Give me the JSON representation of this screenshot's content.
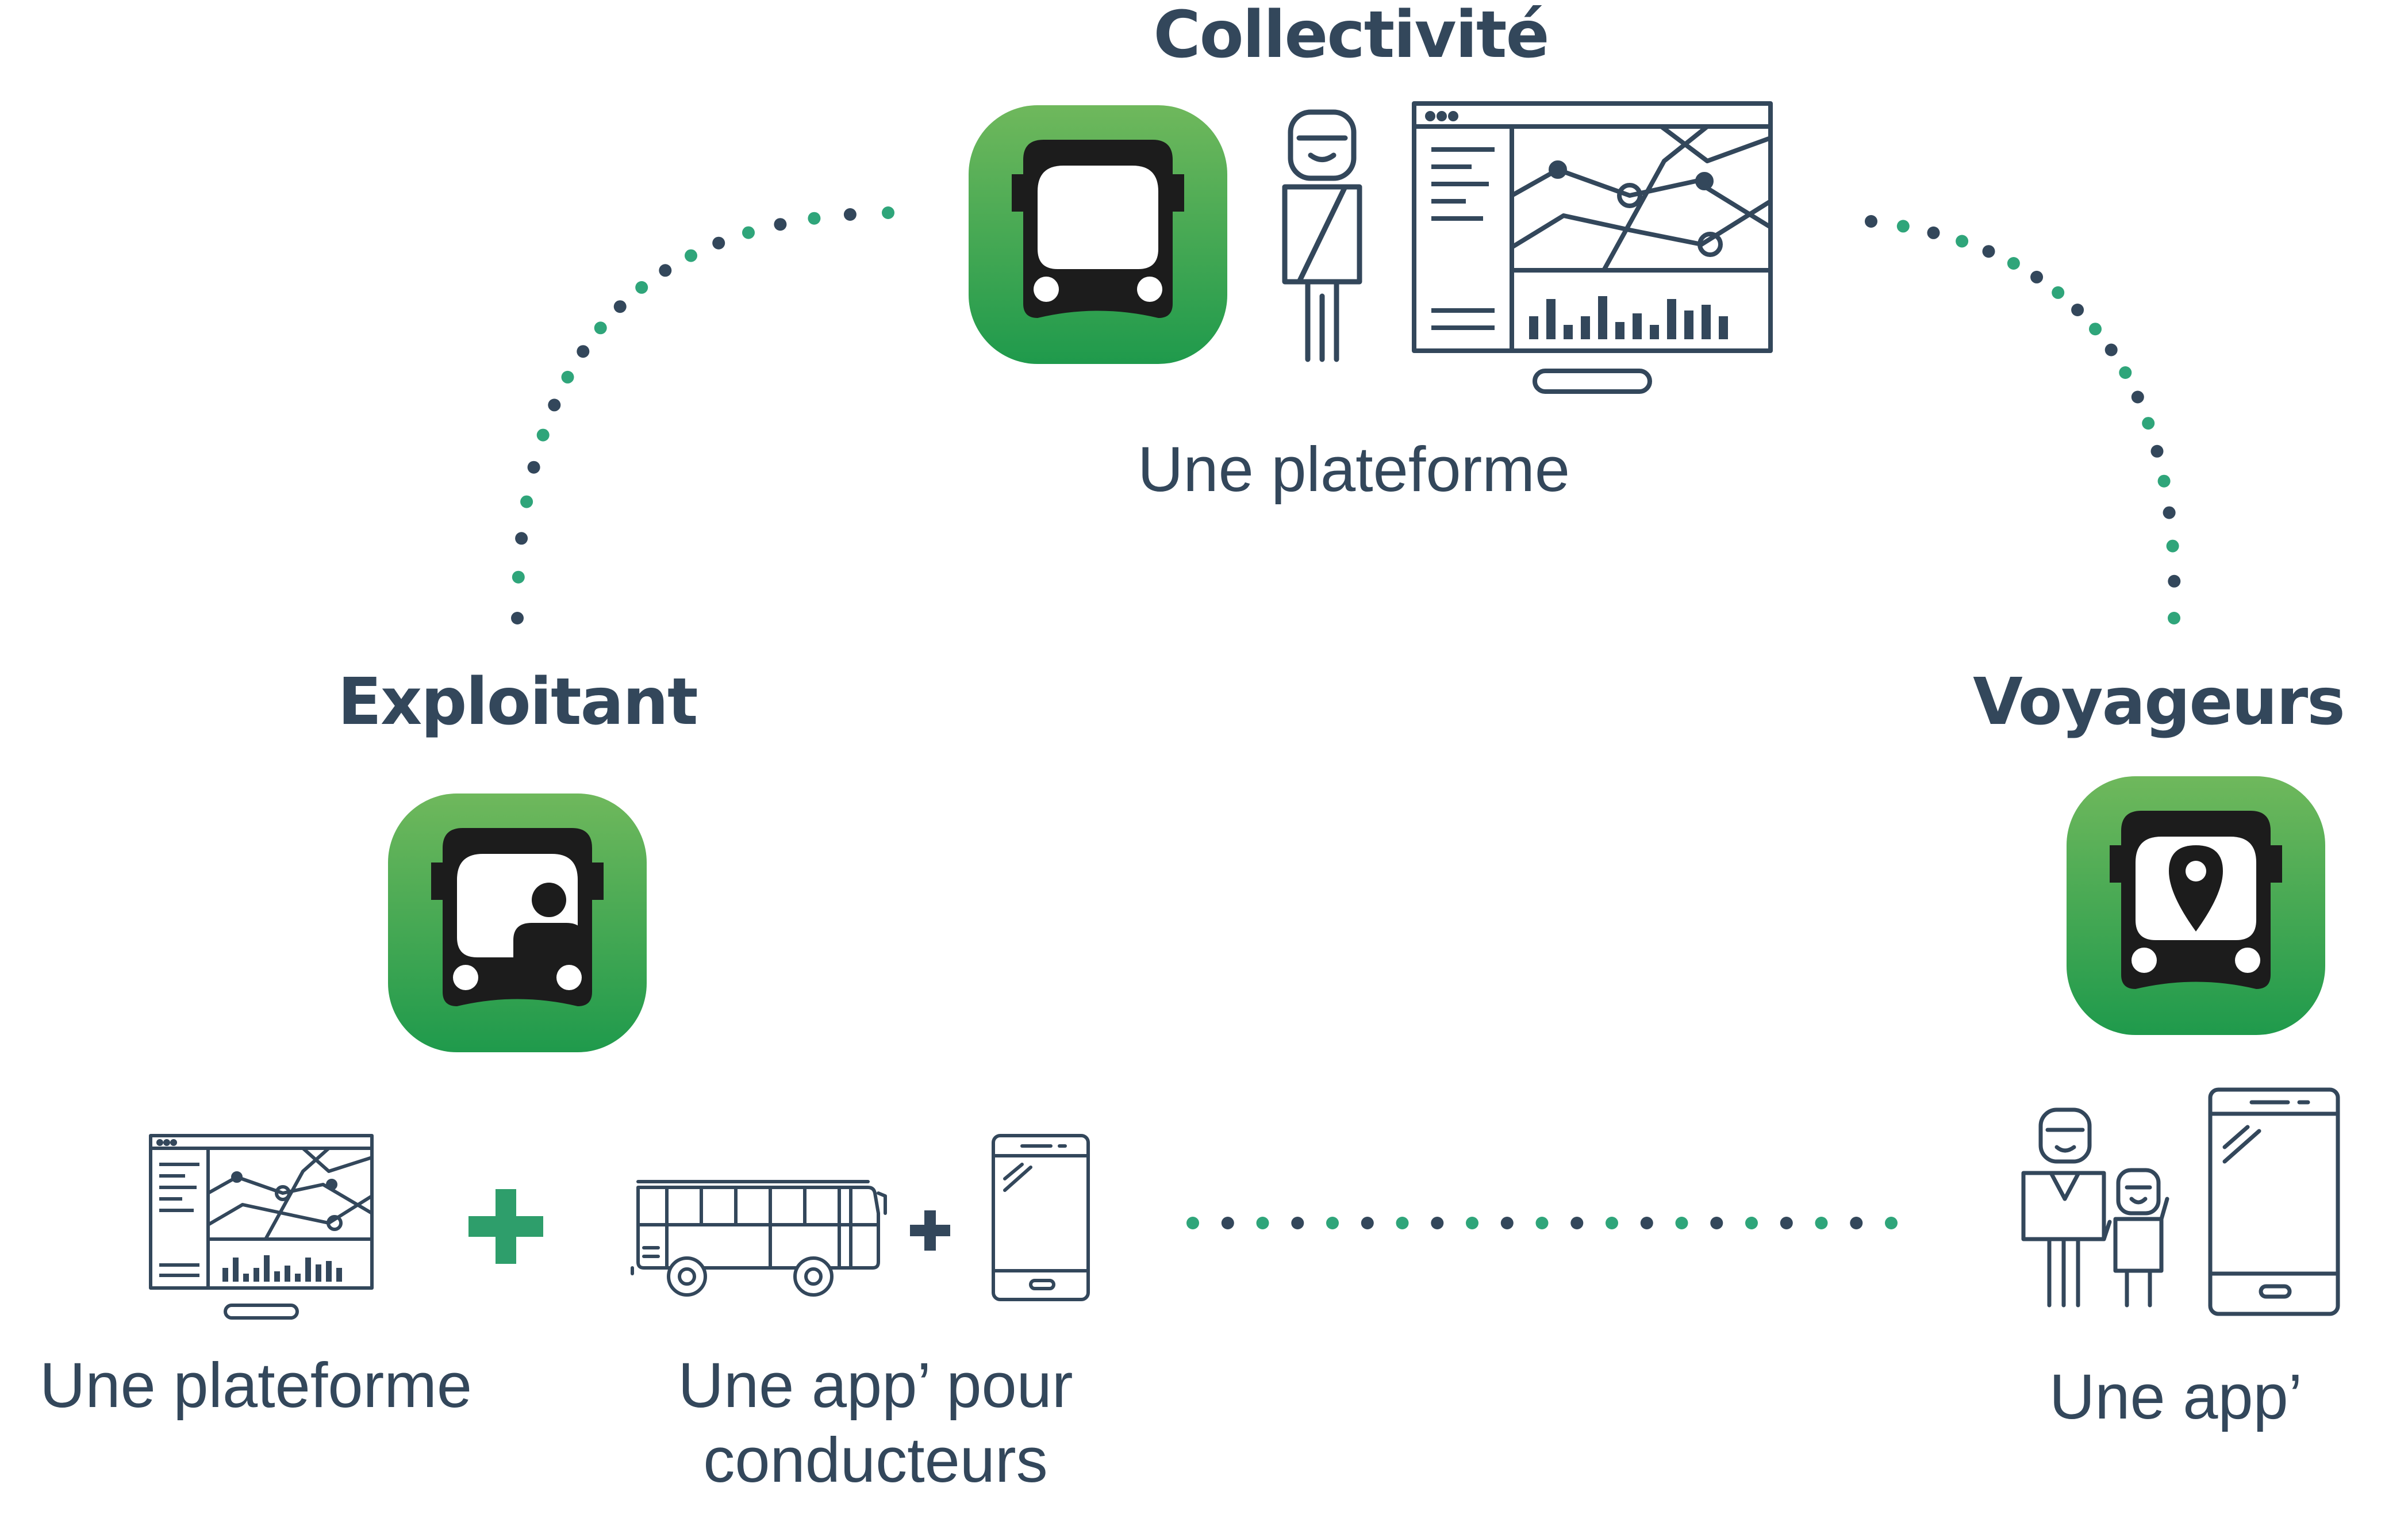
{
  "nodes": {
    "collectivite": {
      "title": "Collectivité",
      "caption": "Une plateforme"
    },
    "exploitant": {
      "title": "Exploitant",
      "caption_platform": "Une plateforme",
      "caption_app_line1": "Une app’ pour",
      "caption_app_line2": "conducteurs"
    },
    "voyageurs": {
      "title": "Voyageurs",
      "caption": "Une app’"
    }
  },
  "icons": {
    "collectivite_app": "bus-app-icon",
    "exploitant_app": "bus-driver-app-icon",
    "voyageurs_app": "bus-location-app-icon",
    "official": "official-person-icon",
    "dashboard": "dashboard-monitor-icon",
    "bus": "bus-icon",
    "phone": "smartphone-icon",
    "family": "family-icon",
    "plus": "plus-icon"
  },
  "colors": {
    "text": "#33475b",
    "green": "#2e9e6b",
    "icon_green_top": "#6fb85c",
    "icon_green_bottom": "#1f9a4c",
    "dot_dark": "#33475b",
    "dot_green": "#2fa57a"
  }
}
